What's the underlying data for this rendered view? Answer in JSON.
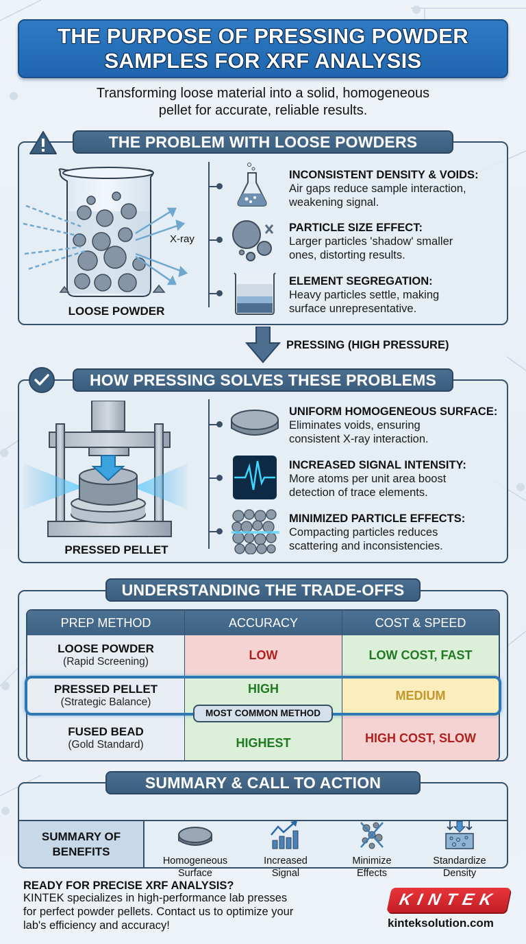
{
  "header": {
    "title_line1": "THE PURPOSE OF PRESSING POWDER",
    "title_line2": "SAMPLES FOR XRF ANALYSIS",
    "subtitle_line1": "Transforming loose material into a solid, homogeneous",
    "subtitle_line2": "pellet for accurate, reliable results."
  },
  "problem": {
    "heading": "THE PROBLEM WITH LOOSE POWDERS",
    "icon": "warning-icon",
    "figure_caption": "LOOSE POWDER",
    "xray_label": "X-ray",
    "items": [
      {
        "icon": "flask-icon",
        "title": "INCONSISTENT DENSITY & VOIDS:",
        "desc_line1": "Air gaps reduce sample interaction,",
        "desc_line2": "weakening signal."
      },
      {
        "icon": "particles-icon",
        "title": "PARTICLE SIZE EFFECT:",
        "desc_line1": "Larger particles 'shadow' smaller",
        "desc_line2": "ones, distorting results."
      },
      {
        "icon": "sediment-beaker-icon",
        "title": "ELEMENT SEGREGATION:",
        "desc_line1": "Heavy particles settle, making",
        "desc_line2": "surface unrepresentative."
      }
    ]
  },
  "transition": {
    "label": "PRESSING (HIGH PRESSURE)",
    "icon": "arrow-down-icon"
  },
  "solution": {
    "heading": "HOW PRESSING SOLVES THESE PROBLEMS",
    "icon": "checkmark-icon",
    "figure_caption": "PRESSED PELLET",
    "items": [
      {
        "icon": "pellet-disc-icon",
        "title": "UNIFORM HOMOGENEOUS SURFACE:",
        "desc_line1": "Eliminates voids, ensuring",
        "desc_line2": "consistent X-ray interaction."
      },
      {
        "icon": "signal-pulse-icon",
        "title": "INCREASED SIGNAL INTENSITY:",
        "desc_line1": "More atoms per unit area boost",
        "desc_line2": "detection of trace elements."
      },
      {
        "icon": "compacted-particles-icon",
        "title": "MINIMIZED PARTICLE EFFECTS:",
        "desc_line1": "Compacting particles reduces",
        "desc_line2": "scattering and inconsistencies."
      }
    ]
  },
  "tradeoffs": {
    "heading": "UNDERSTANDING THE TRADE-OFFS",
    "columns": [
      "PREP METHOD",
      "ACCURACY",
      "COST & SPEED"
    ],
    "rows": [
      {
        "method": "LOOSE POWDER",
        "use": "(Rapid Screening)",
        "accuracy": "LOW",
        "cost_speed": "LOW COST, FAST"
      },
      {
        "method": "PRESSED PELLET",
        "use": "(Strategic Balance)",
        "accuracy": "HIGH",
        "cost_speed": "MEDIUM"
      },
      {
        "method": "FUSED BEAD",
        "use": "(Gold Standard)",
        "accuracy": "HIGHEST",
        "cost_speed": "HIGH COST, SLOW"
      }
    ],
    "highlight_badge": "MOST COMMON METHOD",
    "colors": {
      "low": "#b0201f",
      "good": "#1f7a22",
      "medium": "#c2962a"
    }
  },
  "summary": {
    "heading": "SUMMARY & CALL TO ACTION",
    "left_label_line1": "SUMMARY OF",
    "left_label_line2": "BENEFITS",
    "benefits": [
      {
        "icon": "pellet-disc-icon",
        "line1": "Homogeneous",
        "line2": "Surface"
      },
      {
        "icon": "bar-chart-up-icon",
        "line1": "Increased",
        "line2": "Signal"
      },
      {
        "icon": "crossed-particles-icon",
        "line1": "Minimize",
        "line2": "Effects"
      },
      {
        "icon": "density-press-icon",
        "line1": "Standardize",
        "line2": "Density"
      }
    ]
  },
  "footer": {
    "cta_title": "READY FOR PRECISE XRF ANALYSIS?",
    "cta_line1": "KINTEK specializes in high-performance lab presses",
    "cta_line2": "for perfect powder pellets. Contact us to optimize your",
    "cta_line3": "lab's efficiency and accuracy!",
    "brand": "KINTEK",
    "website": "kinteksolution.com",
    "brand_color": "#d8262d"
  },
  "theme": {
    "title_blue": "#2470b8",
    "tab_slate": "#3f6284",
    "border": "#35506b"
  }
}
